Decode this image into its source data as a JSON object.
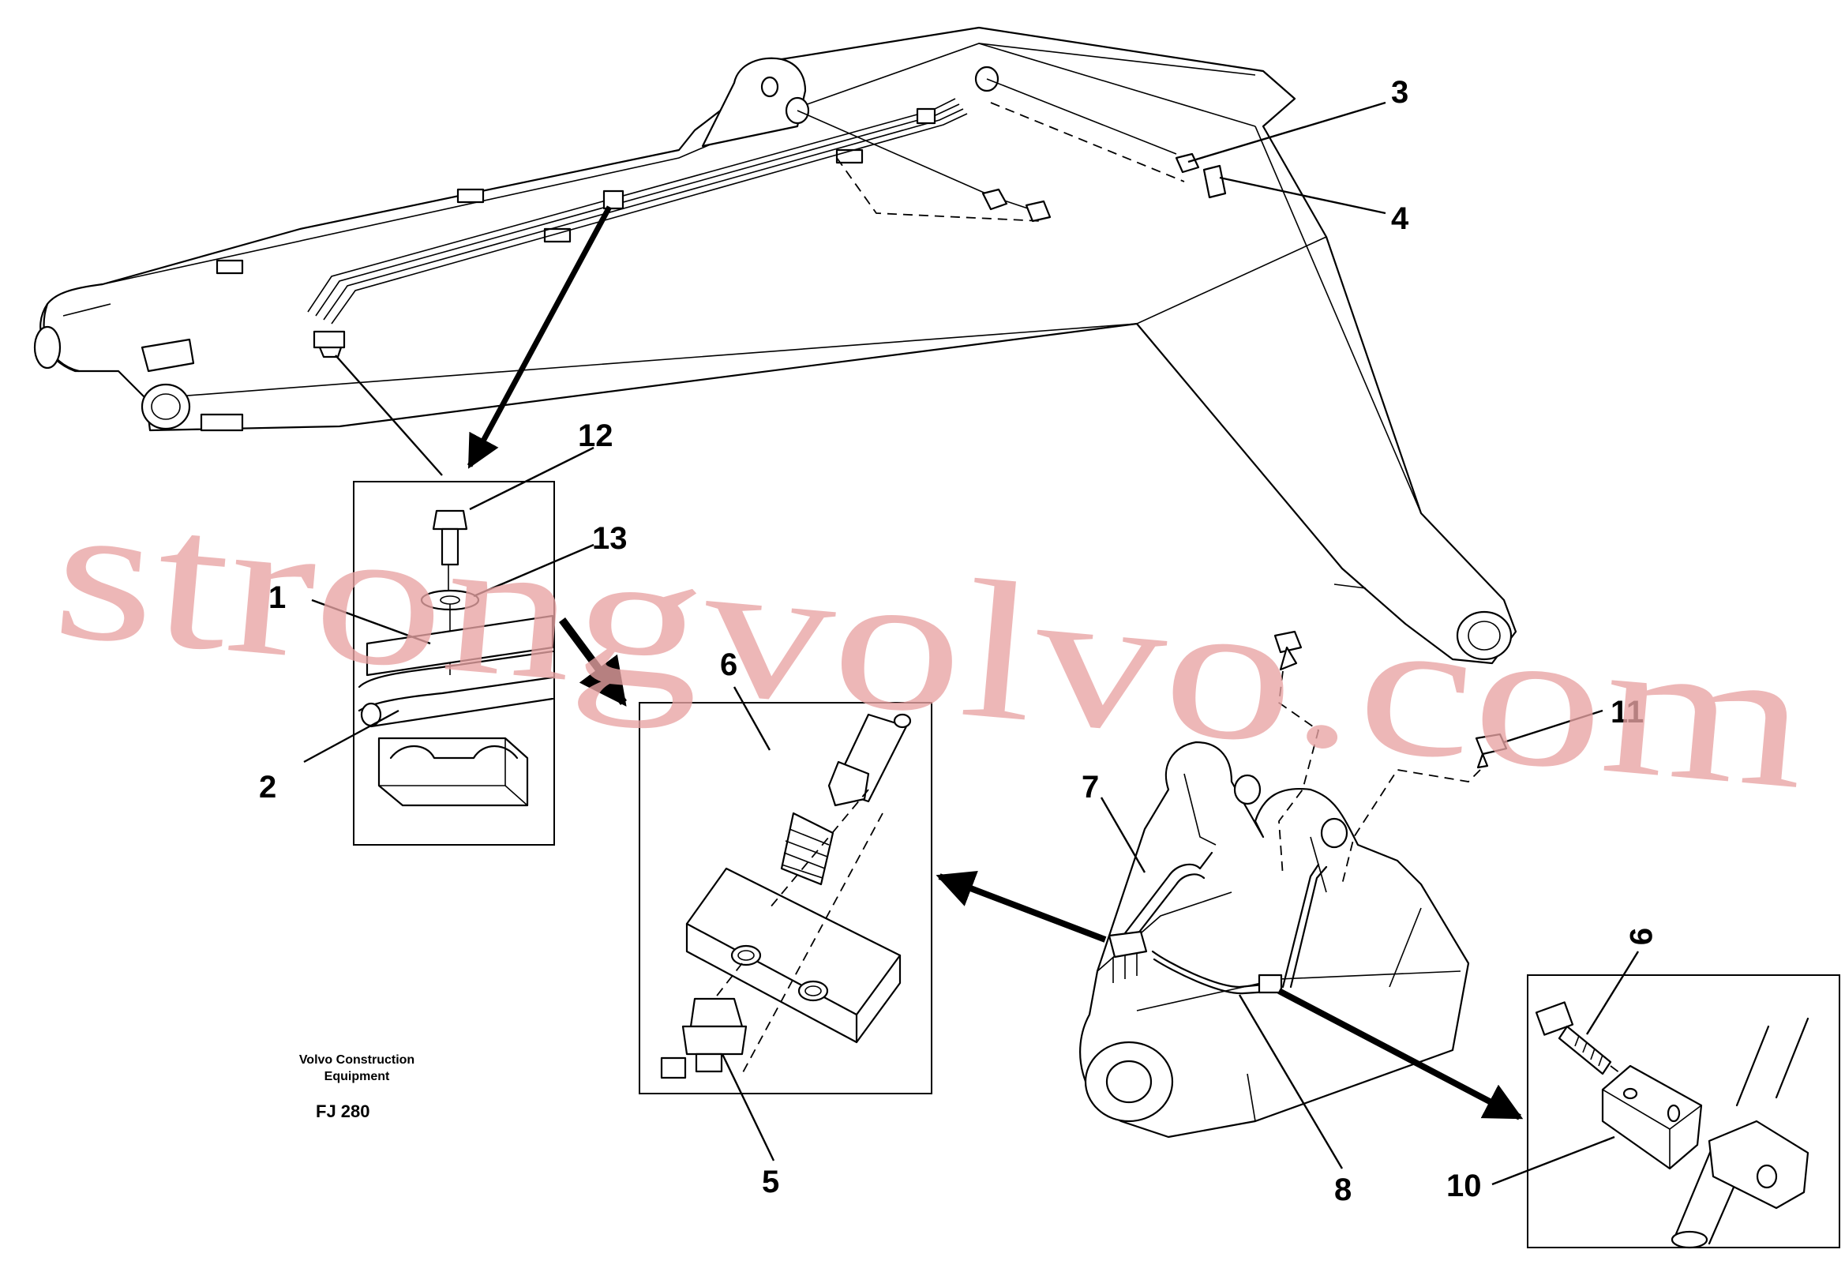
{
  "watermark": "strongvolvo.com",
  "caption": {
    "line1": "Volvo Construction",
    "line2": "Equipment",
    "code": "FJ 280"
  },
  "callouts": [
    "1",
    "2",
    "3",
    "4",
    "5",
    "6",
    "7",
    "8",
    "9",
    "10",
    "11",
    "12",
    "13"
  ]
}
